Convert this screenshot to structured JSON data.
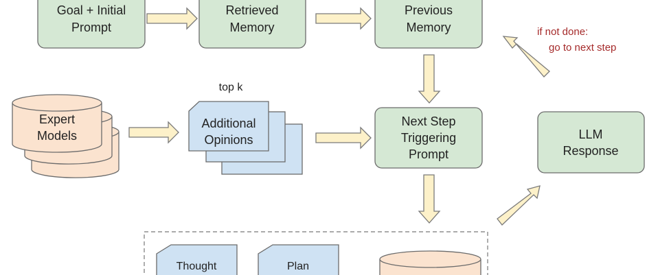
{
  "nodes": {
    "goal": [
      "Goal + Initial",
      "Prompt"
    ],
    "retrieved": [
      "Retrieved",
      "Memory"
    ],
    "previous": [
      "Previous",
      "Memory"
    ],
    "next_step": [
      "Next Step",
      "Triggering",
      "Prompt"
    ],
    "llm": [
      "LLM",
      "Response"
    ],
    "expert": [
      "Expert",
      "Models"
    ],
    "opinions": [
      "Additional",
      "Opinions"
    ],
    "thought": "Thought",
    "plan": "Plan"
  },
  "labels": {
    "top_k": "top k",
    "loop_line1": "if not done:",
    "loop_line2": "go to next step"
  },
  "colors": {
    "process": "#d5e8d4",
    "document": "#cfe2f3",
    "store": "#fbe3cf",
    "arrow": "#fdf1c9",
    "annotation": "#a52a2a"
  }
}
